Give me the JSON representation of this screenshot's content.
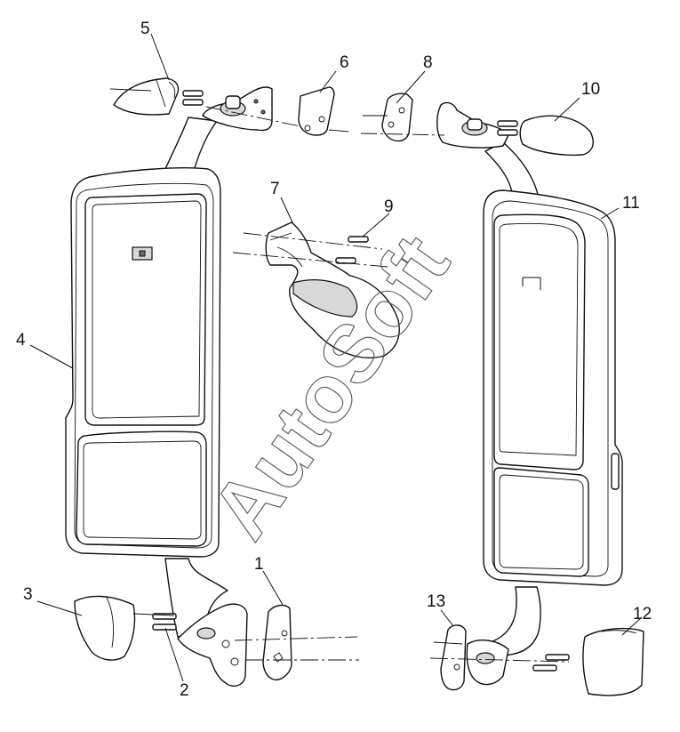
{
  "watermark": "AutoSoft",
  "callouts": [
    {
      "id": "1",
      "label": "1"
    },
    {
      "id": "2",
      "label": "2"
    },
    {
      "id": "3",
      "label": "3"
    },
    {
      "id": "4",
      "label": "4"
    },
    {
      "id": "5",
      "label": "5"
    },
    {
      "id": "6",
      "label": "6"
    },
    {
      "id": "7",
      "label": "7"
    },
    {
      "id": "8",
      "label": "8"
    },
    {
      "id": "9",
      "label": "9"
    },
    {
      "id": "10",
      "label": "10"
    },
    {
      "id": "11",
      "label": "11"
    },
    {
      "id": "12",
      "label": "12"
    },
    {
      "id": "13",
      "label": "13"
    }
  ]
}
